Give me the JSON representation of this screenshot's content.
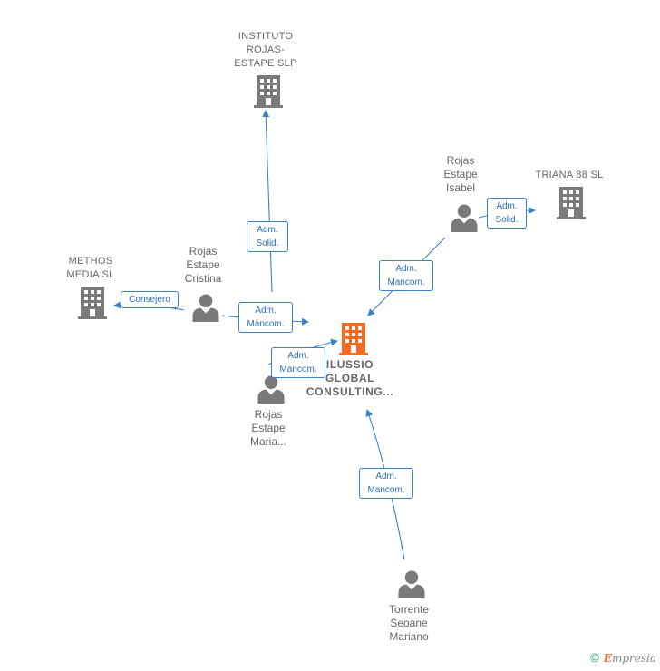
{
  "nodes": {
    "instituto": {
      "label": "INSTITUTO\nROJAS-\nESTAPE  SLP",
      "kind": "company"
    },
    "methos": {
      "label": "METHOS\nMEDIA  SL",
      "kind": "company"
    },
    "triana": {
      "label": "TRIANA 88 SL",
      "kind": "company"
    },
    "ilussio": {
      "label": "ILUSSIO\nGLOBAL\nCONSULTING...",
      "kind": "focus"
    },
    "cristina": {
      "label": "Rojas\nEstape\nCristina",
      "kind": "person"
    },
    "isabel": {
      "label": "Rojas\nEstape\nIsabel",
      "kind": "person"
    },
    "maria": {
      "label": "Rojas\nEstape\nMaria...",
      "kind": "person"
    },
    "mariano": {
      "label": "Torrente\nSeoane\nMariano",
      "kind": "person"
    }
  },
  "edges": {
    "cristina_instituto": "Adm.\nSolid.",
    "cristina_methos": "Consejero",
    "cristina_ilussio": "Adm.\nMancom.",
    "maria_ilussio": "Adm.\nMancom.",
    "isabel_ilussio": "Adm.\nMancom.",
    "isabel_triana": "Adm.\nSolid.",
    "mariano_ilussio": "Adm.\nMancom."
  },
  "colors": {
    "edge": "#3b82c4",
    "company_icon": "#7a7a7a",
    "focus_icon": "#f26b21",
    "person_icon": "#7a7a7a"
  },
  "footer": {
    "copyright": "©",
    "brand_initial": "E",
    "brand_rest": "mpresia"
  }
}
